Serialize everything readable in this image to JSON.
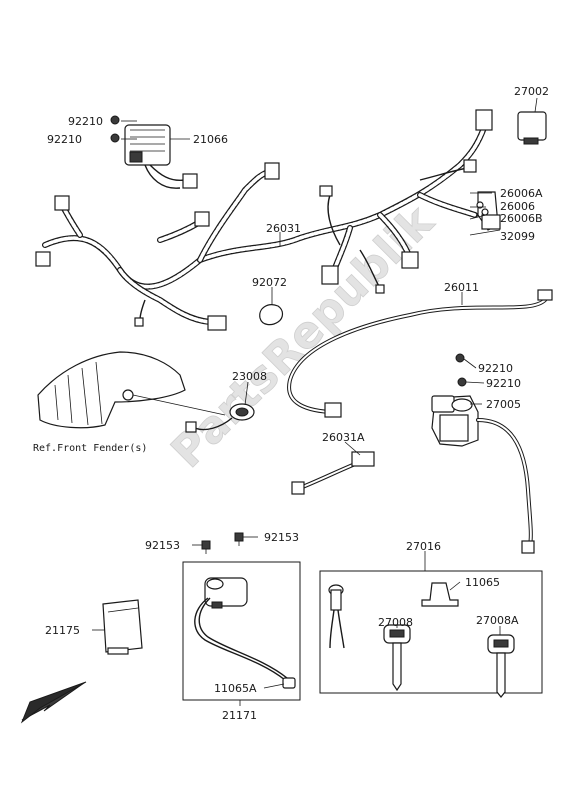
{
  "watermark": "PartsRepublik",
  "reference_note": "Ref.Front Fender(s)",
  "callouts": {
    "p27002": "27002",
    "p92210a": "92210",
    "p92210b": "92210",
    "p21066": "21066",
    "p26006A": "26006A",
    "p26006": "26006",
    "p26006B": "26006B",
    "p32099": "32099",
    "p26031": "26031",
    "p92072": "92072",
    "p26011": "26011",
    "p92210c": "92210",
    "p92210d": "92210",
    "p27005": "27005",
    "p23008": "23008",
    "p26031A": "26031A",
    "p92153a": "92153",
    "p92153b": "92153",
    "p27016": "27016",
    "p11065": "11065",
    "p27008": "27008",
    "p27008A": "27008A",
    "p21175": "21175",
    "p11065A": "11065A",
    "p21171": "21171"
  }
}
